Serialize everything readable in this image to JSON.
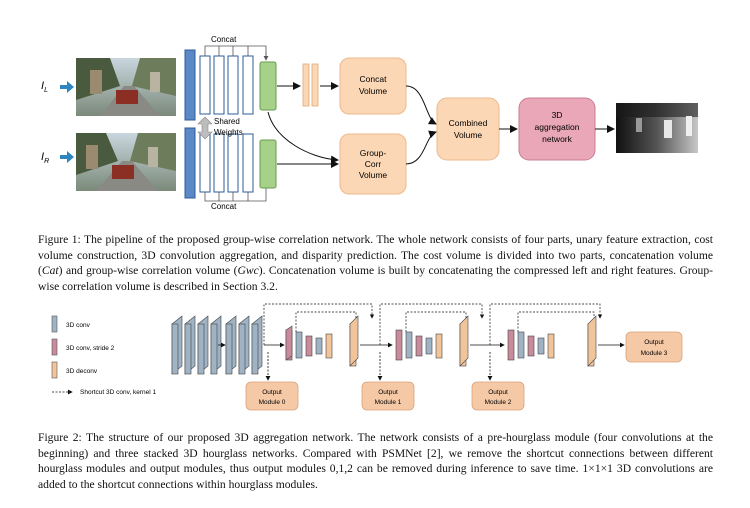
{
  "figure1": {
    "input_left": "I",
    "input_left_sub": "L",
    "input_right": "I",
    "input_right_sub": "R",
    "concat_top": "Concat",
    "concat_bottom": "Concat",
    "shared_weights_1": "Shared",
    "shared_weights_2": "Weights",
    "concat_volume": [
      "Concat",
      "Volume"
    ],
    "gwc_volume": [
      "Group-",
      "Corr",
      "Volume"
    ],
    "combined_volume": [
      "Combined",
      "Volume"
    ],
    "aggregation": [
      "3D",
      "aggregation",
      "network"
    ],
    "colors": {
      "peach": "#fbd7b5",
      "green": "#a6d189",
      "pink": "#e9a7b8",
      "blue": "#5b88c7",
      "arrow": "#2e86c1"
    }
  },
  "caption1": {
    "label": "Figure 1:",
    "text_a": " The pipeline of the proposed group-wise correlation network. The whole network consists of four parts, unary feature extraction, cost volume construction, 3D convolution aggregation, and disparity prediction. The cost volume is divided into two parts, concatenation volume (",
    "cat": "Cat",
    "text_b": ") and group-wise correlation volume (",
    "gwc": "Gwc",
    "text_c": "). Concatenation volume is built by concatenating the compressed left and right features. Group-wise correlation volume is described in Section 3.2."
  },
  "figure2": {
    "legend": {
      "conv": "3D conv",
      "conv_stride": "3D conv, stride 2",
      "deconv": "3D deconv",
      "shortcut": "Shortcut 3D conv, kernel 1"
    },
    "output_modules": [
      [
        "Output",
        "Module 0"
      ],
      [
        "Output",
        "Module 1"
      ],
      [
        "Output",
        "Module 2"
      ],
      [
        "Output",
        "Module 3"
      ]
    ],
    "colors": {
      "conv": "#9fb3c5",
      "stride": "#c98b9b",
      "deconv": "#f2c49a",
      "output": "#f6c9a6"
    }
  },
  "caption2": {
    "label": "Figure 2:",
    "text_a": " The structure of our proposed 3D aggregation network. The network consists of a pre-hourglass module (four convolutions at the beginning) and three stacked 3D hourglass networks. Compared with PSMNet [2], we remove the shortcut connections between different hourglass modules and output modules, thus output modules 0,1,2 can be removed during inference to save time. ",
    "math": "1×1×1",
    "text_b": " 3D convolutions are added to the shortcut connections within hourglass modules."
  }
}
